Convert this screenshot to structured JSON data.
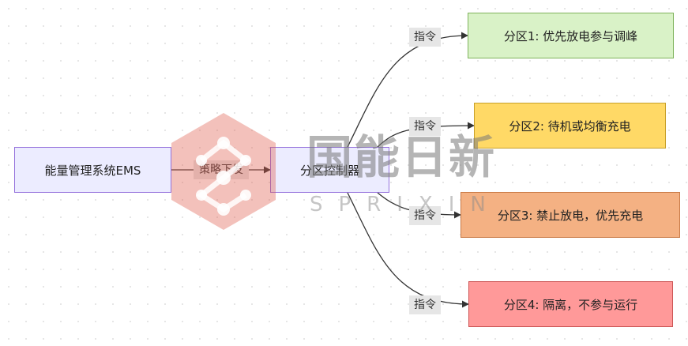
{
  "nodes": {
    "ems": "能量管理系统EMS",
    "controller": "分区控制器",
    "zone1": "分区1: 优先放电参与调峰",
    "zone2": "分区2: 待机或均衡充电",
    "zone3": "分区3: 禁止放电，优先充电",
    "zone4": "分区4: 隔离，不参与运行"
  },
  "edges": {
    "policy": "策略下发",
    "instruction1": "指令",
    "instruction2": "指令",
    "instruction3": "指令",
    "instruction4": "指令"
  },
  "watermark": {
    "text": "国能日新",
    "subtext": "SPRIXIN",
    "color": "#e05b4b"
  },
  "colors": {
    "node_default_fill": "#ECECFF",
    "node_default_border": "#9370DB",
    "zone1_fill": "#d9f2c7",
    "zone2_fill": "#ffd966",
    "zone3_fill": "#f4b183",
    "zone4_fill": "#ff9999"
  }
}
